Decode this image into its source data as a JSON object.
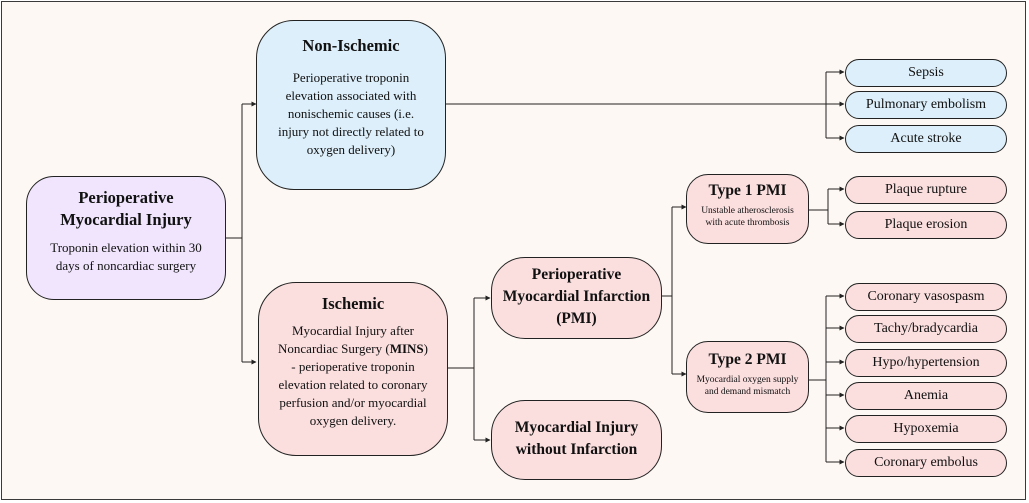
{
  "root": {
    "title_line1": "Perioperative",
    "title_line2": "Myocardial Injury",
    "desc_line1": "Troponin elevation within 30",
    "desc_line2": "days of noncardiac surgery"
  },
  "nonischemic": {
    "title": "Non-Ischemic",
    "desc_lines": [
      "Perioperative troponin",
      "elevation associated with",
      "nonischemic causes (i.e.",
      "injury not directly related to",
      "oxygen delivery)"
    ],
    "causes": [
      "Sepsis",
      "Pulmonary embolism",
      "Acute stroke"
    ]
  },
  "ischemic": {
    "title": "Ischemic",
    "desc_line1": "Myocardial Injury after",
    "desc_line2_prefix": "Noncardiac Surgery (",
    "desc_line2_bold": "MINS",
    "desc_line2_suffix": ")",
    "desc_lines_rest": [
      "- perioperative troponin",
      "elevation related to coronary",
      "perfusion and/or myocardial",
      "oxygen delivery."
    ]
  },
  "pmi": {
    "title_line1": "Perioperative",
    "title_line2": "Myocardial Infarction",
    "title_line3": "(PMI)"
  },
  "mwi": {
    "title_line1": "Myocardial Injury",
    "title_line2": "without Infarction"
  },
  "type1": {
    "title": "Type 1 PMI",
    "desc_line1": "Unstable atherosclerosis",
    "desc_line2": "with acute thrombosis",
    "causes": [
      "Plaque rupture",
      "Plaque erosion"
    ]
  },
  "type2": {
    "title": "Type 2 PMI",
    "desc_line1": "Myocardial oxygen supply",
    "desc_line2": "and demand mismatch",
    "causes": [
      "Coronary vasospasm",
      "Tachy/bradycardia",
      "Hypo/hypertension",
      "Anemia",
      "Hypoxemia",
      "Coronary embolus"
    ]
  },
  "colors": {
    "root_fill": "#f0e5fd",
    "nonischemic_fill": "#ddeffa",
    "ischemic_fill": "#fbdede",
    "border": "#222222",
    "background": "#fdf8f3"
  }
}
